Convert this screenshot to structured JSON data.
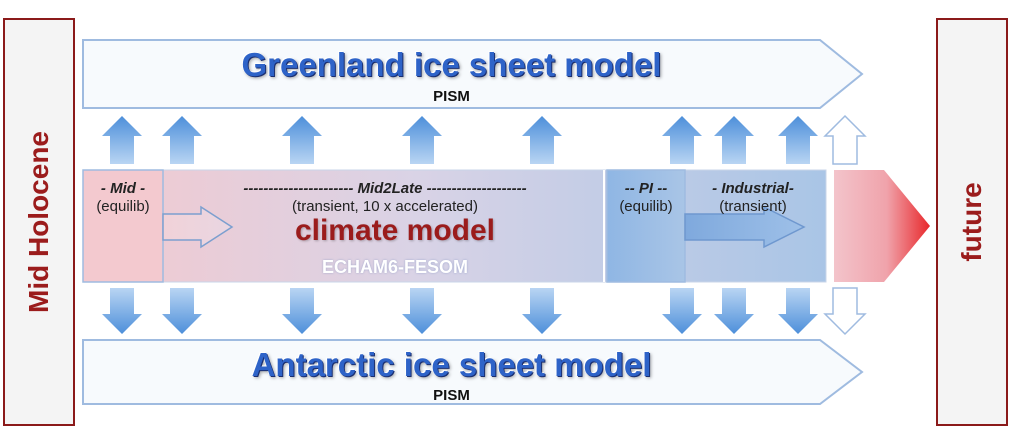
{
  "left_label": "Mid Holocene",
  "right_label": "future",
  "greenland": {
    "title": "Greenland ice sheet model",
    "subtitle": "PISM"
  },
  "antarctic": {
    "title": "Antarctic ice sheet model",
    "subtitle": "PISM"
  },
  "climate": {
    "title": "climate model",
    "subtitle": "ECHAM6-FESOM"
  },
  "phases": [
    {
      "title": "- Mid -",
      "subtitle": "(equilib)"
    },
    {
      "title": "---------------------- Mid2Late --------------------",
      "subtitle": "(transient, 10 x accelerated)"
    },
    {
      "title": "-- PI --",
      "subtitle": "(equilib)"
    },
    {
      "title": "- Industrial-",
      "subtitle": "(transient)"
    }
  ],
  "colors": {
    "side_border": "#8b1a1a",
    "side_text": "#9b1c1c",
    "model_title": "#2e63c8",
    "climate_title": "#9b1c1c",
    "arrow_blue": "#5b9be0",
    "future_red": "#e8282b"
  }
}
